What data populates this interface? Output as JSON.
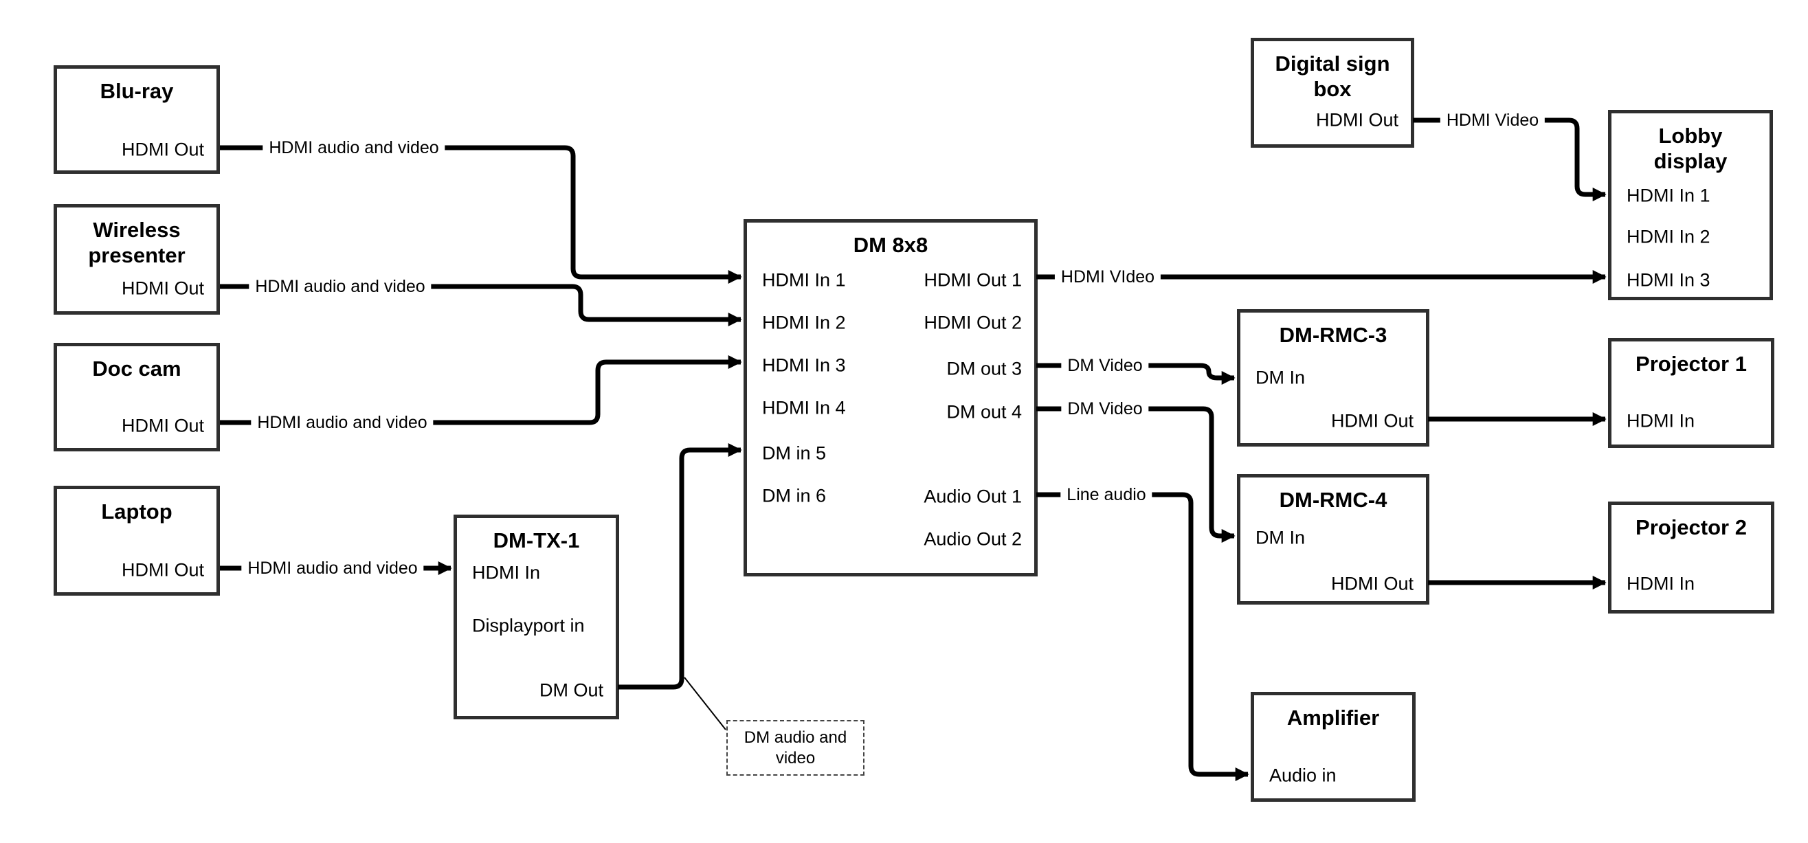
{
  "colors": {
    "background": "#ffffff",
    "wire": "#000000",
    "box_border": "#2f2f2f",
    "text": "#000000"
  },
  "boxes": {
    "bluray": {
      "title": "Blu-ray",
      "ports": [
        {
          "label": "HDMI Out"
        }
      ]
    },
    "wireless": {
      "title": "Wireless\npresenter",
      "ports": [
        {
          "label": "HDMI Out"
        }
      ]
    },
    "doccam": {
      "title": "Doc cam",
      "ports": [
        {
          "label": "HDMI Out"
        }
      ]
    },
    "laptop": {
      "title": "Laptop",
      "ports": [
        {
          "label": "HDMI Out"
        }
      ]
    },
    "dmtx1": {
      "title": "DM-TX-1",
      "ports": [
        {
          "label": "HDMI In"
        },
        {
          "label": "Displayport in"
        },
        {
          "label": "DM Out"
        }
      ]
    },
    "dm8x8": {
      "title": "DM 8x8",
      "inputs": [
        "HDMI In 1",
        "HDMI In 2",
        "HDMI In 3",
        "HDMI In 4",
        "DM in 5",
        "DM in 6"
      ],
      "outputs": [
        "HDMI Out 1",
        "HDMI Out 2",
        "DM out 3",
        "DM out 4",
        "Audio Out 1",
        "Audio Out 2"
      ]
    },
    "digital_sign": {
      "title": "Digital sign\nbox",
      "ports": [
        {
          "label": "HDMI Out"
        }
      ]
    },
    "lobby": {
      "title": "Lobby\ndisplay",
      "ports": [
        {
          "label": "HDMI In 1"
        },
        {
          "label": "HDMI In 2"
        },
        {
          "label": "HDMI In 3"
        }
      ]
    },
    "rmc3": {
      "title": "DM-RMC-3",
      "ports": [
        {
          "label": "DM In"
        },
        {
          "label": "HDMI Out"
        }
      ]
    },
    "projector1": {
      "title": "Projector 1",
      "ports": [
        {
          "label": "HDMI In"
        }
      ]
    },
    "rmc4": {
      "title": "DM-RMC-4",
      "ports": [
        {
          "label": "DM In"
        },
        {
          "label": "HDMI Out"
        }
      ]
    },
    "projector2": {
      "title": "Projector 2",
      "ports": [
        {
          "label": "HDMI In"
        }
      ]
    },
    "amplifier": {
      "title": "Amplifier",
      "ports": [
        {
          "label": "Audio in"
        }
      ]
    }
  },
  "wire_labels": {
    "bluray_to_in1": "HDMI audio and video",
    "wireless_to_in2": "HDMI audio and video",
    "doccam_to_in3": "HDMI audio and video",
    "laptop_to_dmtx": "HDMI audio and video",
    "out1_to_lobby": "HDMI VIdeo",
    "dmout3_to_rmc3": "DM Video",
    "dmout4_to_rmc4": "DM Video",
    "audioout1_to_amp": "Line audio",
    "digsign_to_lobby": "HDMI Video"
  },
  "annotation": {
    "text": "DM audio and video"
  }
}
